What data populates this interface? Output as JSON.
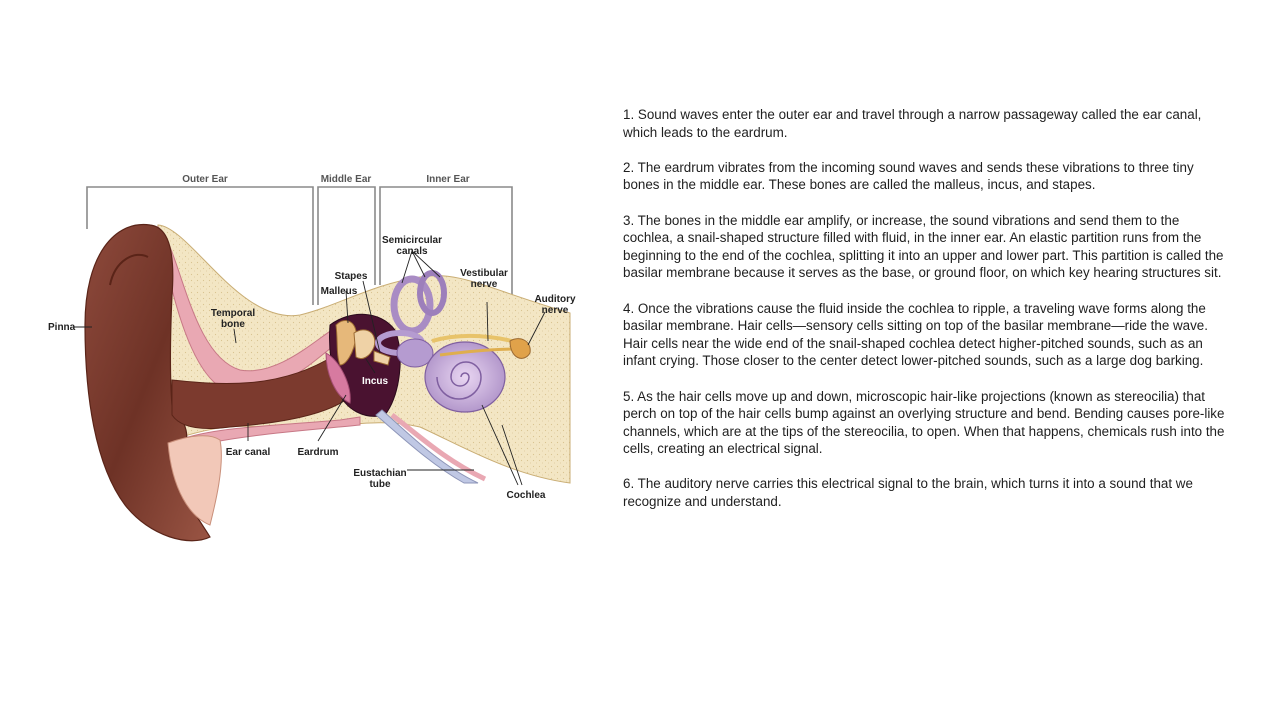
{
  "diagram": {
    "sections": {
      "outer": "Outer Ear",
      "middle": "Middle Ear",
      "inner": "Inner Ear"
    },
    "labels": {
      "pinna": "Pinna",
      "temporal_bone_1": "Temporal",
      "temporal_bone_2": "bone",
      "malleus": "Malleus",
      "stapes": "Stapes",
      "semicircular_1": "Semicircular",
      "semicircular_2": "canals",
      "vestibular_1": "Vestibular",
      "vestibular_2": "nerve",
      "auditory_1": "Auditory",
      "auditory_2": "nerve",
      "incus": "Incus",
      "ear_canal": "Ear canal",
      "eardrum": "Eardrum",
      "eustachian_1": "Eustachian",
      "eustachian_2": "tube",
      "cochlea": "Cochlea"
    }
  },
  "paragraphs": [
    "1. Sound waves enter the outer ear and travel through a narrow passageway called the ear canal, which leads to the eardrum.",
    "2. The eardrum vibrates from the incoming sound waves and sends these vibrations to three tiny bones in the middle ear. These bones are called the malleus, incus, and stapes.",
    "3. The bones in the middle ear amplify, or increase, the sound vibrations and send them to the cochlea, a snail-shaped structure filled with fluid, in the inner ear. An elastic partition runs from the beginning to the end of the cochlea, splitting it into an upper and lower part. This partition is called the basilar membrane because it serves as the base, or ground floor, on which key hearing structures sit.",
    "4. Once the vibrations cause the fluid inside the cochlea to ripple, a traveling wave forms along the basilar membrane. Hair cells—sensory cells sitting on top of the basilar membrane—ride the wave. Hair cells near the wide end of the snail-shaped cochlea detect higher-pitched sounds, such as an infant crying. Those closer to the center detect lower-pitched sounds, such as a large dog barking.",
    "5. As the hair cells move up and down, microscopic hair-like projections (known as stereocilia) that perch on top of the hair cells bump against an overlying structure and bend. Bending causes pore-like channels, which are at the tips of the stereocilia, to open. When that happens, chemicals rush into the cells, creating an electrical signal.",
    "6. The auditory nerve carries this electrical signal to the brain, which turns it into a sound that we recognize and understand."
  ]
}
